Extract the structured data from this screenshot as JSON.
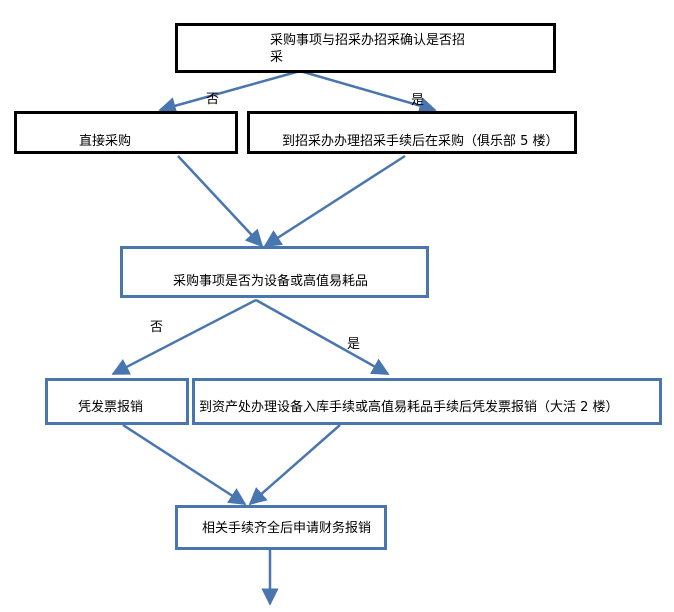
{
  "boxes": {
    "q1": "采购事项与招采办招采确认是否招采",
    "direct": "直接采购",
    "zcb": "到招采办办理招采手续后在采购（俱乐部 5 楼）",
    "q2": "采购事项是否为设备或高值易耗品",
    "invoice": "凭发票报销",
    "asset": "到资产处办理设备入库手续或高值易耗品手续后凭发票报销（大活 2 楼）",
    "final": "相关手续齐全后申请财务报销"
  },
  "edges": {
    "no": "否",
    "yes": "是"
  },
  "colors": {
    "arrow": "#4a76b0",
    "box_border_top": "#000000",
    "box_border_lower": "#4a76b0"
  }
}
